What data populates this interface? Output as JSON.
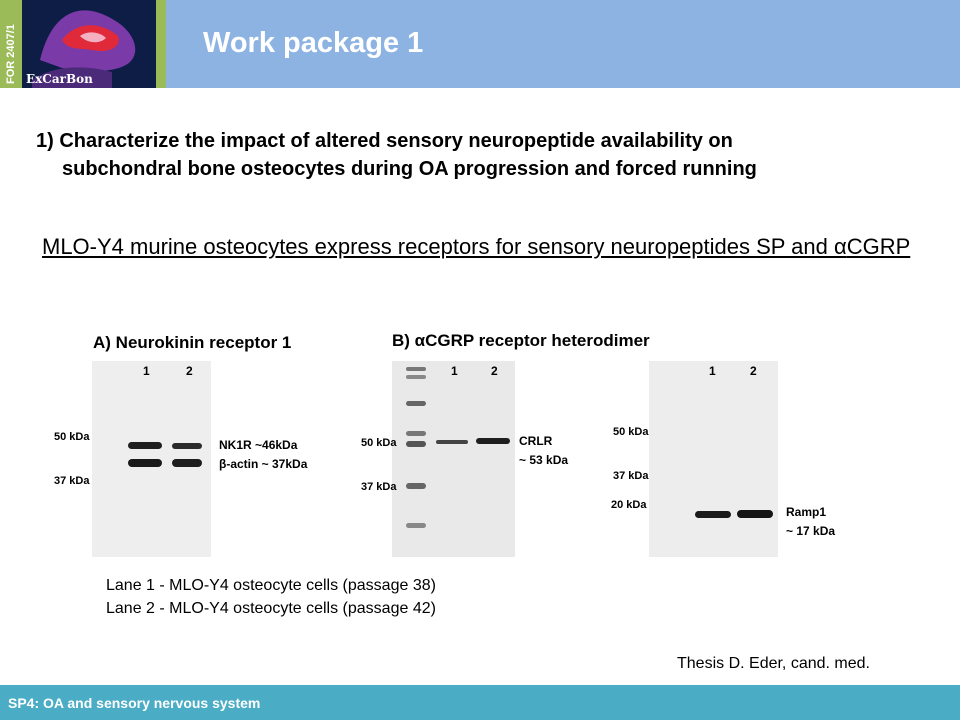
{
  "header": {
    "side_label": "FOR 2407/1",
    "logo_text": "ExCarBon",
    "title": "Work package 1"
  },
  "objective": {
    "line1": "1) Characterize the impact of altered sensory neuropeptide availability on",
    "line2": "subchondral bone osteocytes during OA progression and forced running"
  },
  "subtitle": {
    "prefix": "MLO-Y4 murine osteocytes express receptors for sensory neuropeptides SP and ",
    "alpha": "α",
    "suffix": "CGRP"
  },
  "panel_a": {
    "title": "A)  Neurokinin receptor 1",
    "lanes": [
      "1",
      "2"
    ],
    "markers": [
      "50 kDa",
      "37 kDa"
    ],
    "band_labels": [
      "NK1R ~46kDa",
      "β-actin ~ 37kDa"
    ]
  },
  "panel_b": {
    "title": "B) αCGRP receptor heterodimer",
    "blot1": {
      "lanes": [
        "1",
        "2"
      ],
      "markers": [
        "50 kDa",
        "37 kDa"
      ],
      "band_labels": [
        "CRLR",
        "~ 53 kDa"
      ]
    },
    "blot2": {
      "lanes": [
        "1",
        "2"
      ],
      "markers": [
        "50 kDa",
        "37 kDa",
        "20 kDa"
      ],
      "band_labels": [
        "Ramp1",
        "~ 17 kDa"
      ]
    }
  },
  "legend": [
    "Lane 1 - MLO-Y4 osteocyte cells (passage 38)",
    "Lane 2 - MLO-Y4 osteocyte cells (passage 42)"
  ],
  "credit": "Thesis D. Eder, cand. med.",
  "footer": "SP4: OA and sensory nervous system"
}
